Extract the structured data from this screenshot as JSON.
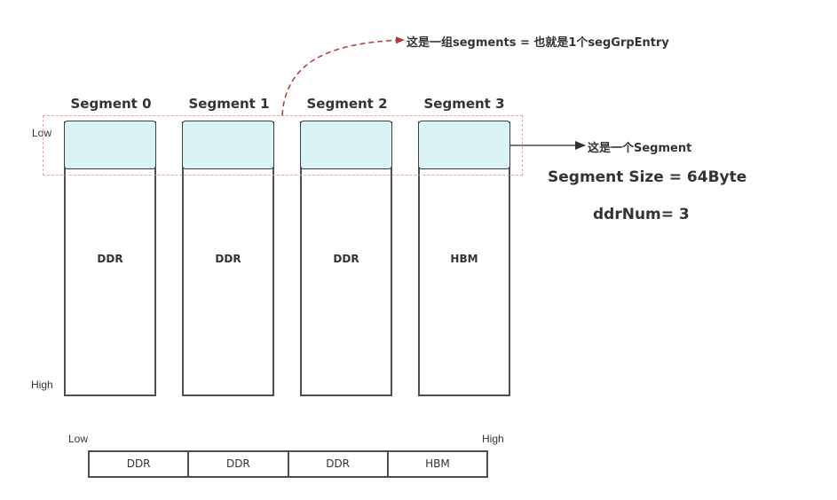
{
  "segments": [
    {
      "title": "Segment 0",
      "memory": "DDR"
    },
    {
      "title": "Segment 1",
      "memory": "DDR"
    },
    {
      "title": "Segment 2",
      "memory": "DDR"
    },
    {
      "title": "Segment 3",
      "memory": "HBM"
    }
  ],
  "axis": {
    "low": "Low",
    "high": "High"
  },
  "annotations": {
    "group_note": "这是一组segments  = 也就是1个segGrpEntry",
    "segment_note": "这是一个Segment",
    "segment_size": "Segment Size = 64Byte",
    "ddr_num": "ddrNum= 3"
  },
  "linear_layout": {
    "low": "Low",
    "high": "High",
    "cells": [
      "DDR",
      "DDR",
      "DDR",
      "HBM"
    ]
  },
  "colors": {
    "cell_fill": "#daf3f4",
    "group_border": "#f0a0a0",
    "curve_arrow": "#b03a3a",
    "border": "#4a4f57"
  }
}
